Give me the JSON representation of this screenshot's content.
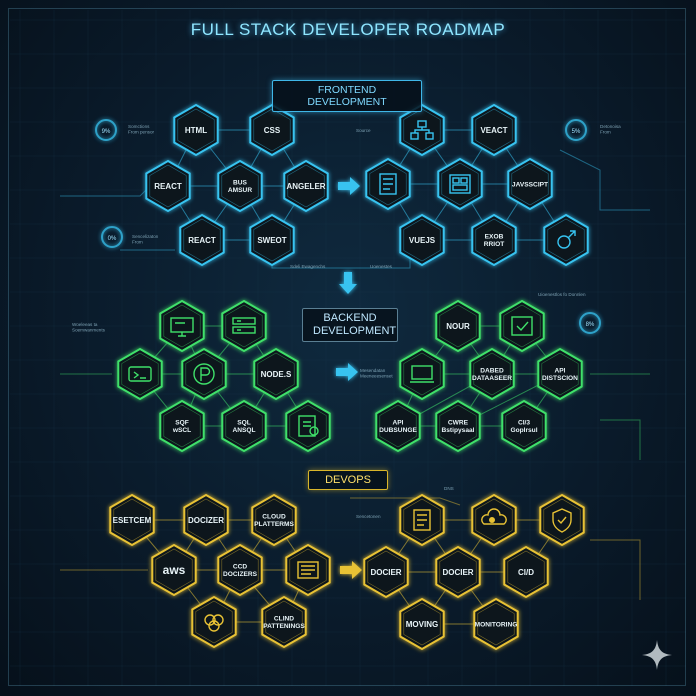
{
  "title": "FULL STACK DEVELOPER ROADMAP",
  "sections": {
    "frontend": "FRONTEND DEVELOPMENT",
    "backend": "BACKEND\nDEVELOPMENT",
    "devops": "DEVOPS"
  },
  "colors": {
    "frontend": "#37c3f0",
    "backend": "#3fe06a",
    "devops": "#e8c235"
  },
  "nodes": [
    {
      "section": "frontend",
      "label": "HTML"
    },
    {
      "section": "frontend",
      "label": "CSS"
    },
    {
      "section": "frontend",
      "label": "REACT"
    },
    {
      "section": "frontend",
      "label": "BUS\nAMSUR"
    },
    {
      "section": "frontend",
      "label": "ANGELER"
    },
    {
      "section": "frontend",
      "label": "REACT"
    },
    {
      "section": "frontend",
      "label": "SWEOT"
    },
    {
      "section": "frontend",
      "icon": "network-icon"
    },
    {
      "section": "frontend",
      "label": "VEACT"
    },
    {
      "section": "frontend",
      "icon": "document-icon"
    },
    {
      "section": "frontend",
      "icon": "dashboard-icon"
    },
    {
      "section": "frontend",
      "label": "JAVSSCIPT"
    },
    {
      "section": "frontend",
      "label": "VUEJS"
    },
    {
      "section": "frontend",
      "label": "EXOB\nRRIOT"
    },
    {
      "section": "frontend",
      "icon": "gender-icon"
    },
    {
      "section": "backend",
      "icon": "monitor-icon"
    },
    {
      "section": "backend",
      "icon": "server-icon"
    },
    {
      "section": "backend",
      "icon": "terminal-icon"
    },
    {
      "section": "backend",
      "icon": "postgres-icon"
    },
    {
      "section": "backend",
      "label": "NODE.S"
    },
    {
      "section": "backend",
      "label": "SQF\nwSCL"
    },
    {
      "section": "backend",
      "label": "SQL\nANSQL"
    },
    {
      "section": "backend",
      "icon": "code-file-icon"
    },
    {
      "section": "backend",
      "label": "NOUR"
    },
    {
      "section": "backend",
      "icon": "check-code-icon"
    },
    {
      "section": "backend",
      "icon": "computer-icon"
    },
    {
      "section": "backend",
      "label": "DABED\nDATAASEER"
    },
    {
      "section": "backend",
      "label": "API\nDISTSCION"
    },
    {
      "section": "backend",
      "label": "API\nDUBSUNGE"
    },
    {
      "section": "backend",
      "label": "CWRE\nBstipysaal"
    },
    {
      "section": "backend",
      "label": "CI/3\nGopIrsul"
    },
    {
      "section": "devops",
      "label": "ESETCEM"
    },
    {
      "section": "devops",
      "label": "DOCIZER"
    },
    {
      "section": "devops",
      "label": "CLOUD\nPLATTERMS"
    },
    {
      "section": "devops",
      "label": "aws"
    },
    {
      "section": "devops",
      "label": "CCD\nDOCIZERS"
    },
    {
      "section": "devops",
      "icon": "pipeline-icon"
    },
    {
      "section": "devops",
      "icon": "brain-icon"
    },
    {
      "section": "devops",
      "label": "CLIND\nPATTENINGS"
    },
    {
      "section": "devops",
      "icon": "document-icon"
    },
    {
      "section": "devops",
      "icon": "cloud-toggle-icon"
    },
    {
      "section": "devops",
      "icon": "shield-icon"
    },
    {
      "section": "devops",
      "label": "DOCIER"
    },
    {
      "section": "devops",
      "label": "DOCIER"
    },
    {
      "section": "devops",
      "label": "CI/D"
    },
    {
      "section": "devops",
      "label": "MOVING"
    },
    {
      "section": "devops",
      "label": "MONITORING"
    }
  ],
  "annotations": [
    "Somctions\nFrom pensor",
    "Source",
    "Sencelizaton\nFrom",
    "Detonoisa\nFrom",
    "Sdeli Ewagenchs",
    "Uoenestes",
    "Uioenestlos fo Donnlen",
    "Woeleeas ta\nSoemwanments",
    "Mesendatan\nMeeneeesenset",
    "DNS",
    "Sencetonen",
    "9%",
    "5%",
    "0%",
    "8%"
  ]
}
